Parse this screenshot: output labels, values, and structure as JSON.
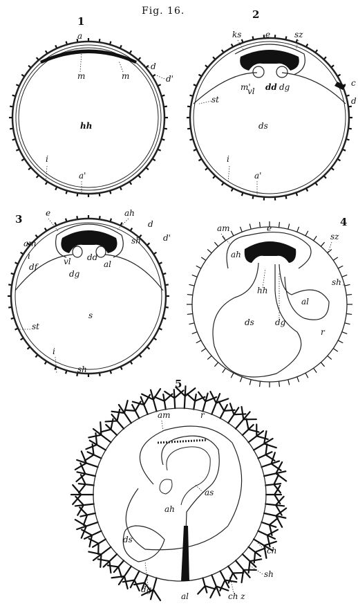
{
  "figure_title": "Fig. 16.",
  "panel_numbers": [
    "1",
    "2",
    "3",
    "4",
    "5"
  ],
  "labels": {
    "p1": {
      "a": "a",
      "m1": "m",
      "m2": "m",
      "d": "d",
      "d2": "d'",
      "hh": "hh",
      "i": "i",
      "a2": "a'"
    },
    "p2": {
      "ks": "ks",
      "e": "e",
      "sz": "sz",
      "c": "c",
      "d": "d",
      "m2": "m'",
      "st": "st",
      "vl": "vl",
      "dd": "dd",
      "dg": "dg",
      "ds": "ds",
      "i": "i",
      "a2": "a'"
    },
    "p3": {
      "e": "e",
      "ah": "ah",
      "d": "d",
      "d2": "d'",
      "sh": "sh",
      "am": "am",
      "i": "i",
      "df": "df",
      "vl": "vl",
      "dd": "dd",
      "dg": "dg",
      "al": "al",
      "s": "s",
      "st": "st",
      "i2": "i",
      "sh2": "sh"
    },
    "p4": {
      "am": "am",
      "e": "e",
      "sz": "sz",
      "ah": "ah",
      "hh": "hh",
      "al": "al",
      "sh": "sh",
      "ds": "ds",
      "dg": "dg",
      "r": "r"
    },
    "p5": {
      "am": "am",
      "r": "r",
      "ah": "ah",
      "as": "as",
      "ds": "ds",
      "ch": "ch",
      "sh": "sh",
      "dg": "dg",
      "al": "al",
      "chz": "ch z"
    }
  },
  "colors": {
    "ink": "#111111",
    "paper": "#ffffff"
  }
}
